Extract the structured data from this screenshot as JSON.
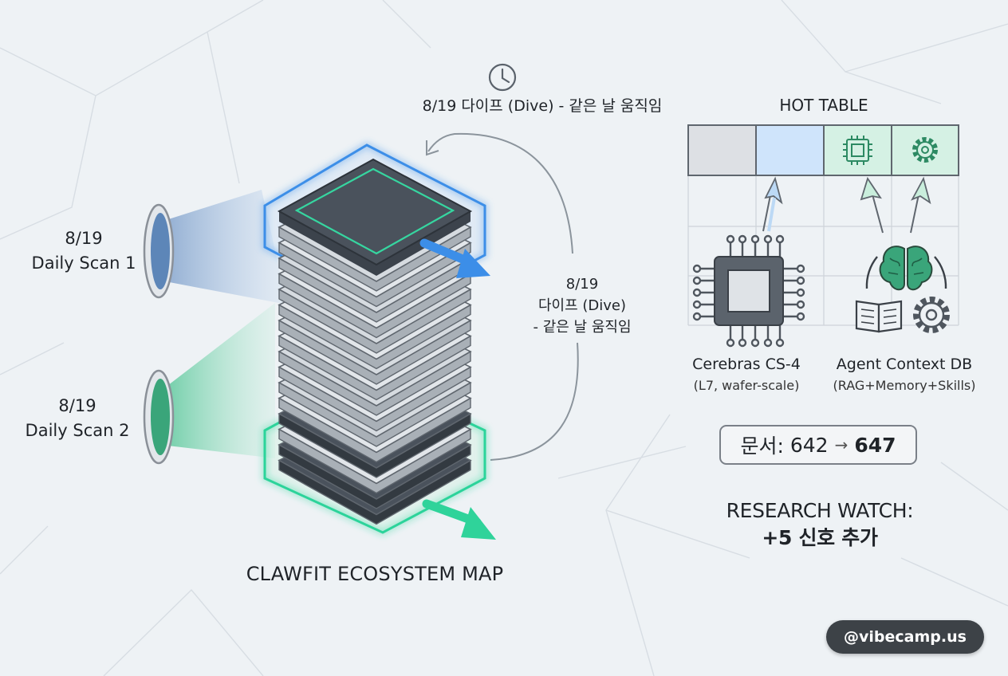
{
  "scans": [
    {
      "date": "8/19",
      "label": "Daily Scan 1",
      "color": "#6f94c4"
    },
    {
      "date": "8/19",
      "label": "Daily Scan 2",
      "color": "#3fbf8a"
    }
  ],
  "dive": {
    "top_label": "8/19 다이프 (Dive) - 같은 날 움직임",
    "side_line1": "8/19",
    "side_line2": "다이프 (Dive)",
    "side_line3": "- 같은 날 움직임"
  },
  "map_title": "CLAWFIT ECOSYSTEM MAP",
  "hot_table": {
    "title": "HOT TABLE",
    "cells": [
      "empty",
      "highlight",
      "chip-icon",
      "gear-icon"
    ]
  },
  "entities": [
    {
      "name": "Cerebras CS-4",
      "sub": "(L7, wafer-scale)",
      "icon": "chip-icon"
    },
    {
      "name": "Agent Context DB",
      "sub": "(RAG+Memory+Skills)",
      "icon": "brain-book-gear-icon"
    }
  ],
  "documents": {
    "label": "문서:",
    "from": "642",
    "arrow": "→",
    "to": "647"
  },
  "research_watch": {
    "line1": "RESEARCH WATCH:",
    "line2": "+5 신호 추가"
  },
  "badge": "@vibecamp.us",
  "colors": {
    "blue_accent": "#3c8ee8",
    "green_accent": "#2fd39a",
    "slab_gray": "#d6dbe0",
    "slab_dark": "#4a525c",
    "hot_blue": "#cfe4fb",
    "hot_green": "#d5f1e4"
  }
}
